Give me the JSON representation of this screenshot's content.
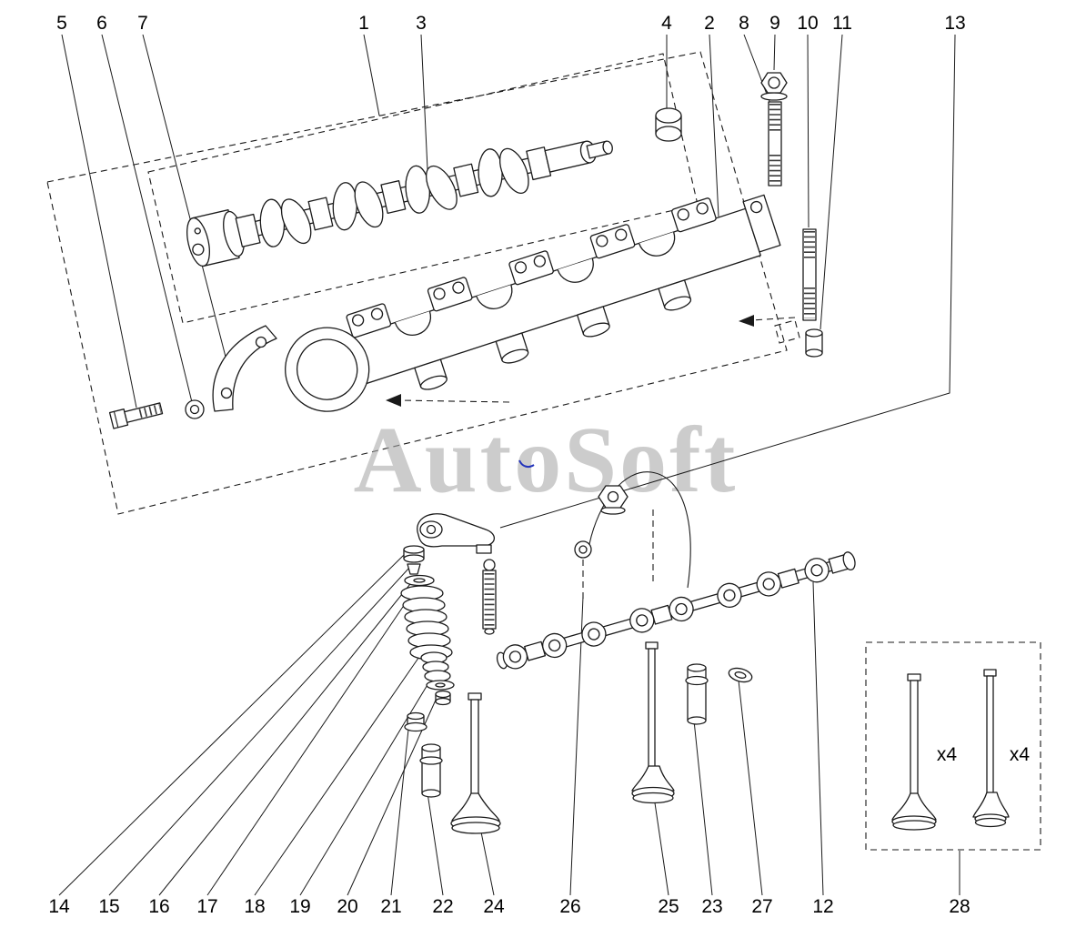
{
  "diagram": {
    "watermark": "AutoSoft",
    "callouts_top": [
      "5",
      "6",
      "7",
      "1",
      "3",
      "4",
      "2",
      "8",
      "9",
      "10",
      "11",
      "13"
    ],
    "callouts_bottom": [
      "14",
      "15",
      "16",
      "17",
      "18",
      "19",
      "20",
      "21",
      "22",
      "24",
      "26",
      "25",
      "23",
      "27",
      "12",
      "28"
    ],
    "inset": {
      "left_qty": "x4",
      "right_qty": "x4"
    },
    "colors": {
      "line": "#1a1a1a",
      "watermark_gray": "#a9a9a9",
      "accent_blue": "#2233bb",
      "background": "#ffffff"
    }
  }
}
